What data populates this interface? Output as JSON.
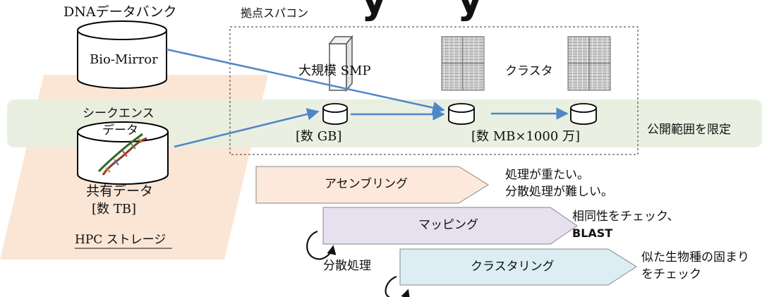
{
  "top_cut_glyphs": "y        y",
  "dna_bank": {
    "title": "DNAデータバンク",
    "db_label": "Bio-Mirror"
  },
  "supercomputer": {
    "title": "拠点スパコン",
    "smp_label": "大規模 SMP",
    "cluster_label": "クラスタ",
    "small_db1_label": "[数 GB]",
    "small_db2_label": "[数 MB×1000 万]"
  },
  "sequence": {
    "line1": "シークエンス",
    "line2": "データ"
  },
  "shared": {
    "line1": "共有データ",
    "line2": "[数 TB]"
  },
  "hpc_storage_label": "HPC ストレージ",
  "public_scope_label": "公開範囲を限定",
  "processes": [
    {
      "label": "アセンブリング",
      "note": [
        "処理が重たい。",
        "分散処理が難しい。"
      ],
      "color": "#fce9dc"
    },
    {
      "label": "マッピング",
      "note": [
        "相同性をチェック、",
        "BLAST"
      ],
      "color": "#e6e0ef"
    },
    {
      "label": "クラスタリング",
      "note": [
        "似た生物種の固まり",
        "をチェック"
      ],
      "color": "#dcedf3"
    }
  ],
  "distributed_label": "分散処理",
  "colors": {
    "orange_band": "#fbe3d2",
    "green_band": "#e7efdf",
    "arrow_blue": "#4f86c6"
  }
}
